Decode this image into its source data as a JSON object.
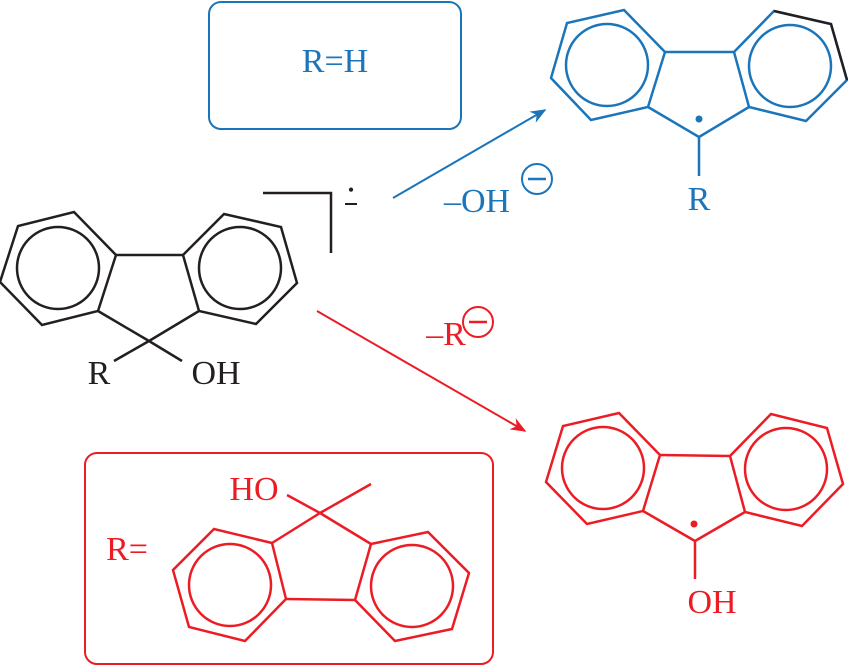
{
  "colors": {
    "black": "#231f20",
    "blue": "#1b75bb",
    "red": "#ec1c24"
  },
  "condition_box_blue": {
    "label": "R=H"
  },
  "condition_box_red": {
    "prefix": "R=",
    "substituent_oh": "HO"
  },
  "reactant": {
    "r_label": "R",
    "oh_label": "OH",
    "charge_dot": "•",
    "charge_sign": "–"
  },
  "path_blue": {
    "loss_label": "–OH",
    "charge_symbol": "⊖"
  },
  "path_red": {
    "loss_label": "–R",
    "charge_symbol": "⊖"
  },
  "product_blue": {
    "r_label": "R",
    "radical_dot": "•"
  },
  "product_red": {
    "oh_label": "OH",
    "radical_dot": "•"
  }
}
